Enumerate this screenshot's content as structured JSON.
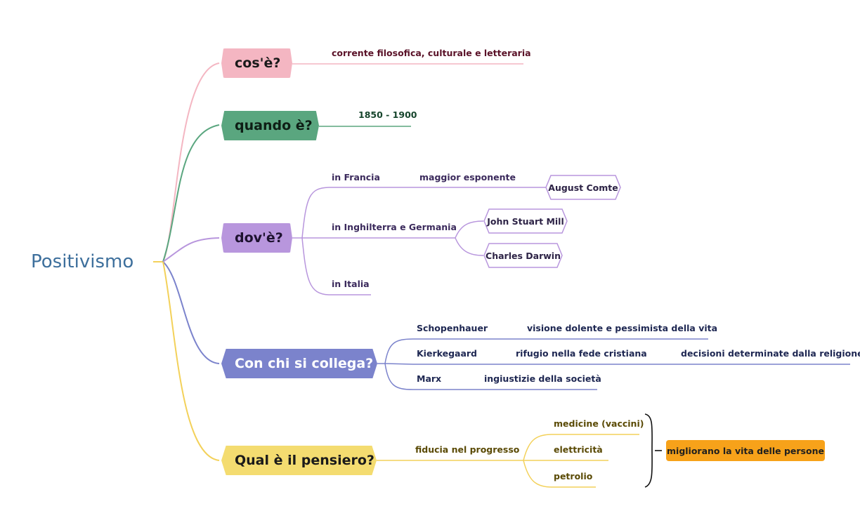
{
  "root": {
    "label": "Positivismo"
  },
  "branches": {
    "cose": {
      "question": "cos'è?",
      "answer": "corrente filosofica, culturale e letteraria",
      "color": "#f4b6c2"
    },
    "quando": {
      "question": "quando è?",
      "answer": "1850 - 1900",
      "color": "#5aa67f"
    },
    "dove": {
      "question": "dov'è?",
      "color": "#b896dd",
      "francia": {
        "label": "in Francia",
        "sub": "maggior esponente",
        "person": "August Comte"
      },
      "inghilterra": {
        "label": "in Inghilterra e Germania",
        "people": [
          "John Stuart Mill",
          "Charles Darwin"
        ]
      },
      "italia": {
        "label": "in Italia"
      }
    },
    "collega": {
      "question": "Con chi si collega?",
      "color": "#7b83cc",
      "items": [
        {
          "name": "Schopenhauer",
          "idea": "visione dolente e pessimista della vita"
        },
        {
          "name": "Kierkegaard",
          "idea": "rifugio nella fede cristiana",
          "extra": "decisioni determinate dalla religione"
        },
        {
          "name": "Marx",
          "idea": "ingiustizie della società"
        }
      ]
    },
    "pensiero": {
      "question": "Qual è il pensiero?",
      "color": "#f4dc70",
      "idea": "fiducia nel progresso",
      "examples": [
        "medicine (vaccini)",
        "elettricità",
        "petrolio"
      ],
      "result": "migliorano la vita delle persone",
      "result_color": "#f7a21a"
    }
  }
}
